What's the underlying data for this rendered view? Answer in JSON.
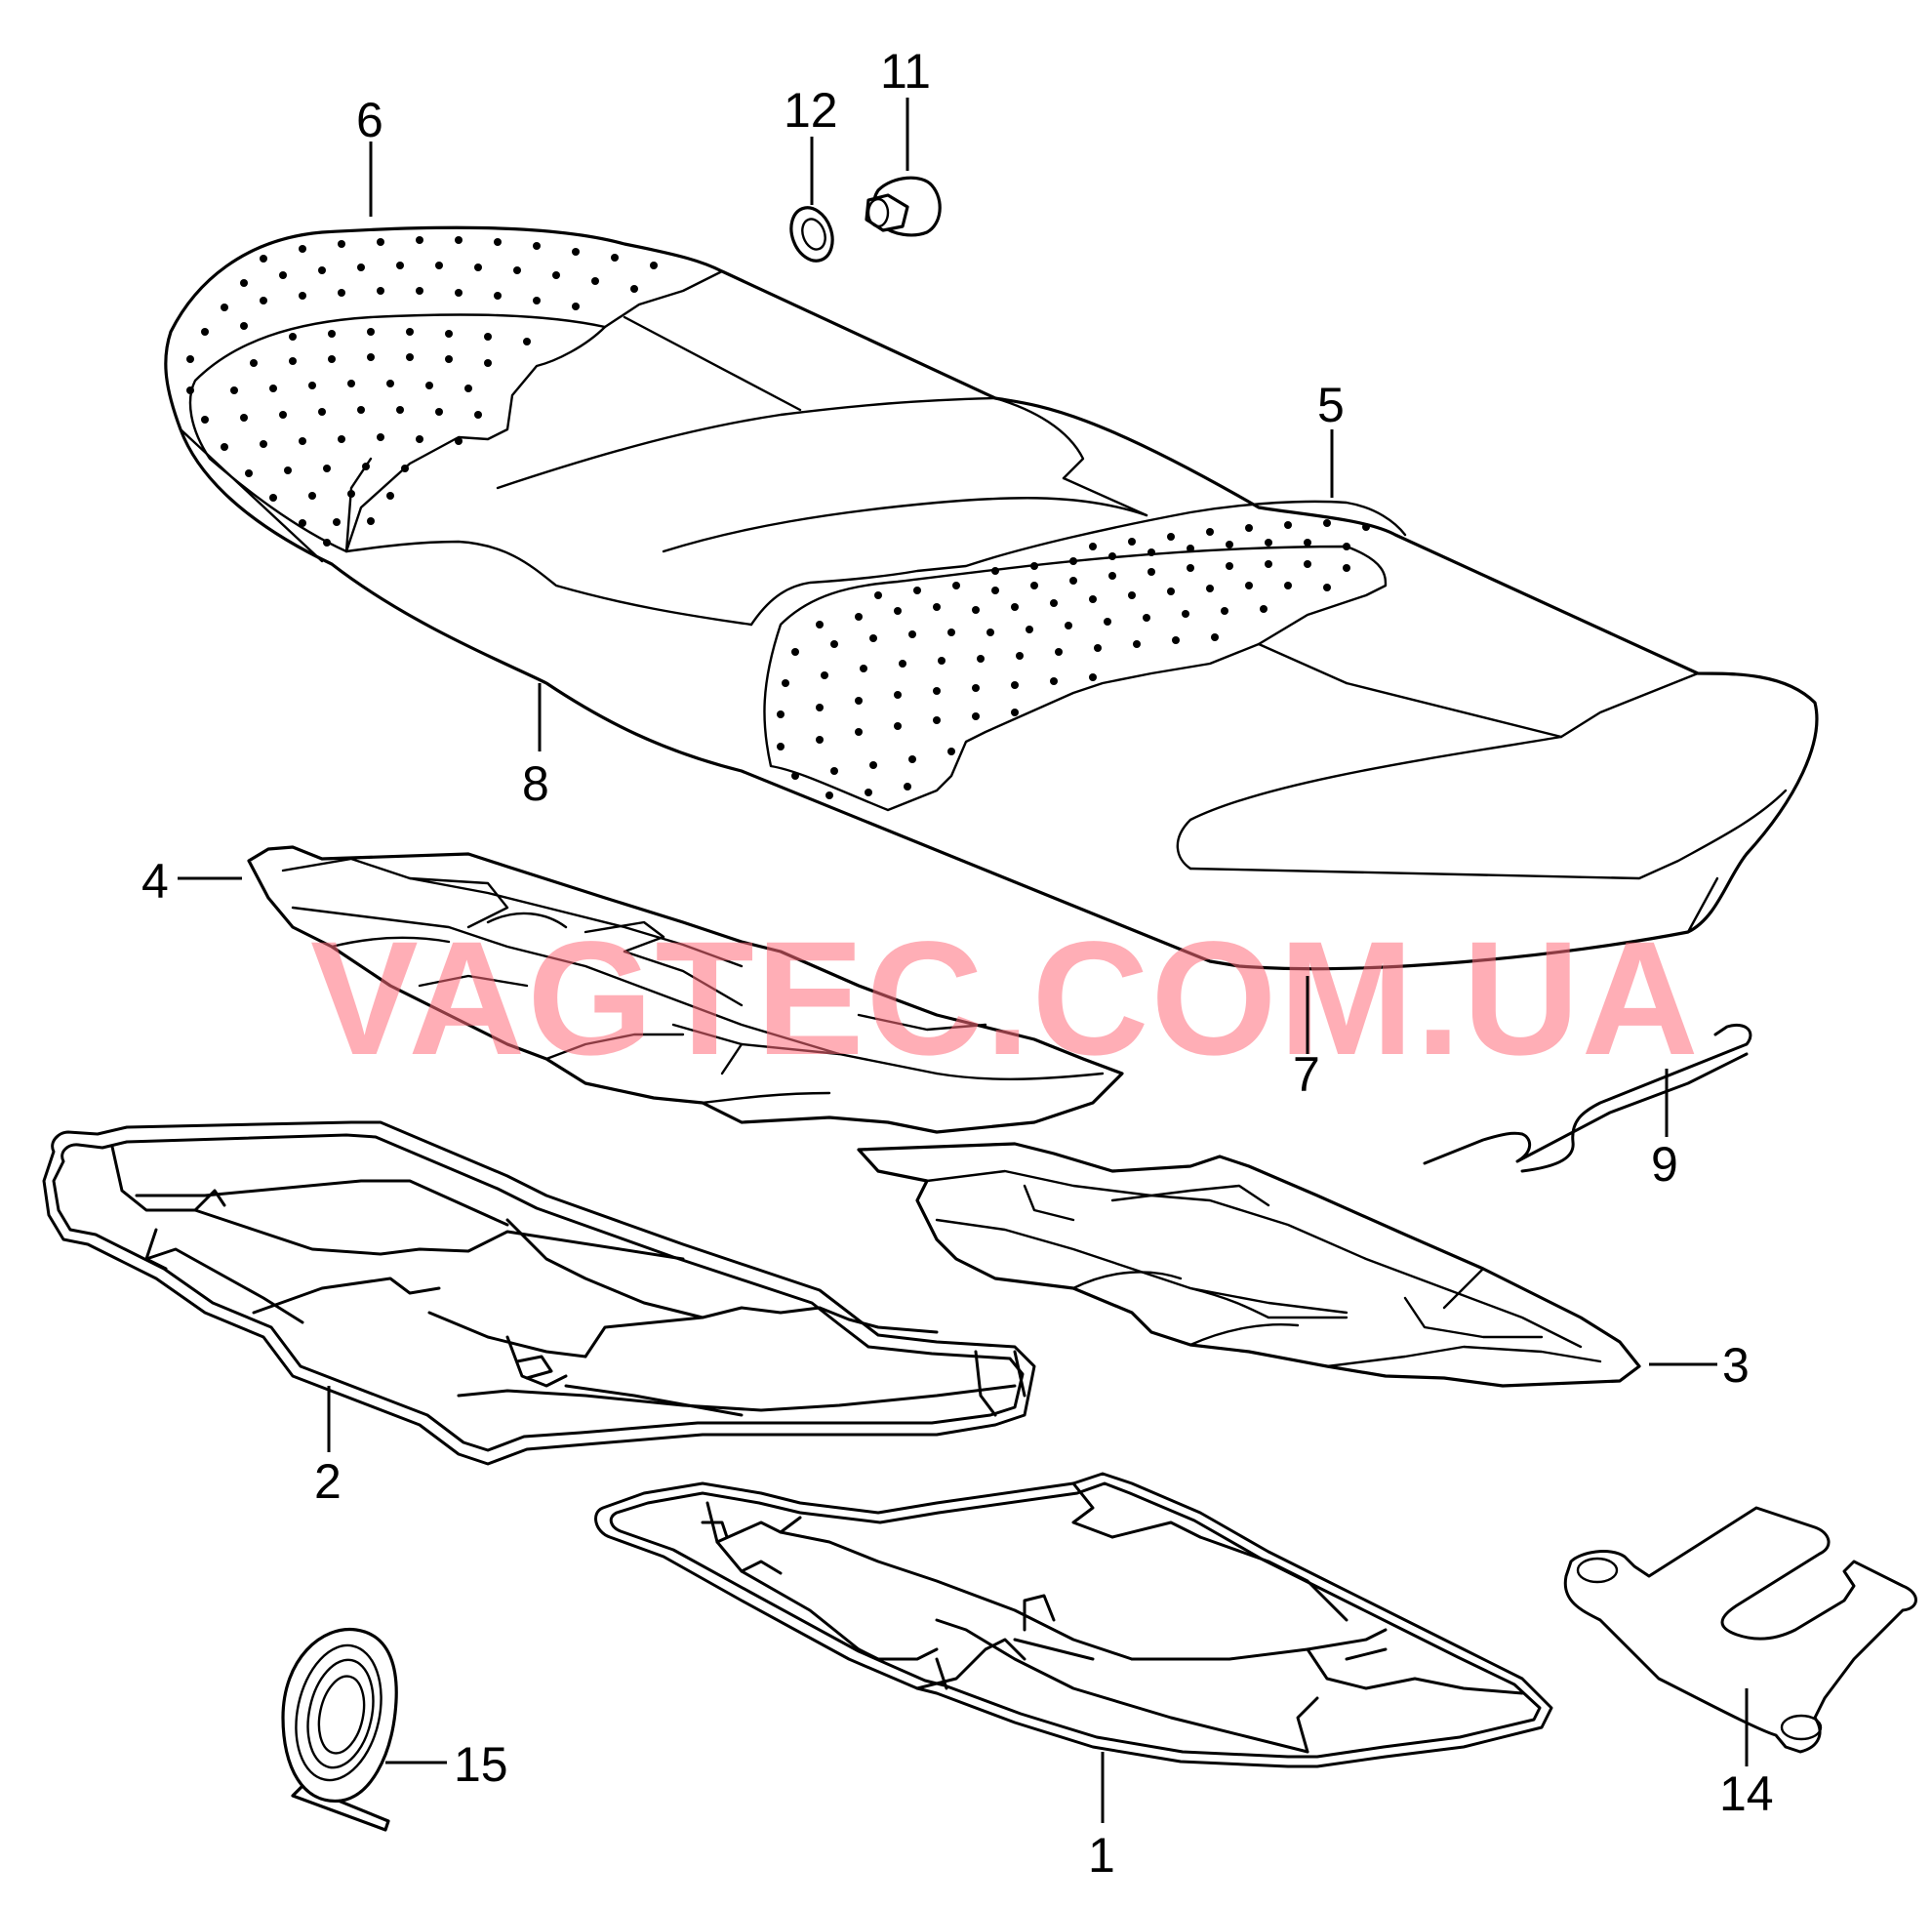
{
  "watermark": "VAGTEC.COM.UA",
  "callouts": {
    "c1": "1",
    "c2": "2",
    "c3": "3",
    "c4": "4",
    "c5": "5",
    "c6": "6",
    "c7": "7",
    "c8": "8",
    "c9": "9",
    "c11": "11",
    "c12": "12",
    "c14": "14",
    "c15": "15"
  }
}
